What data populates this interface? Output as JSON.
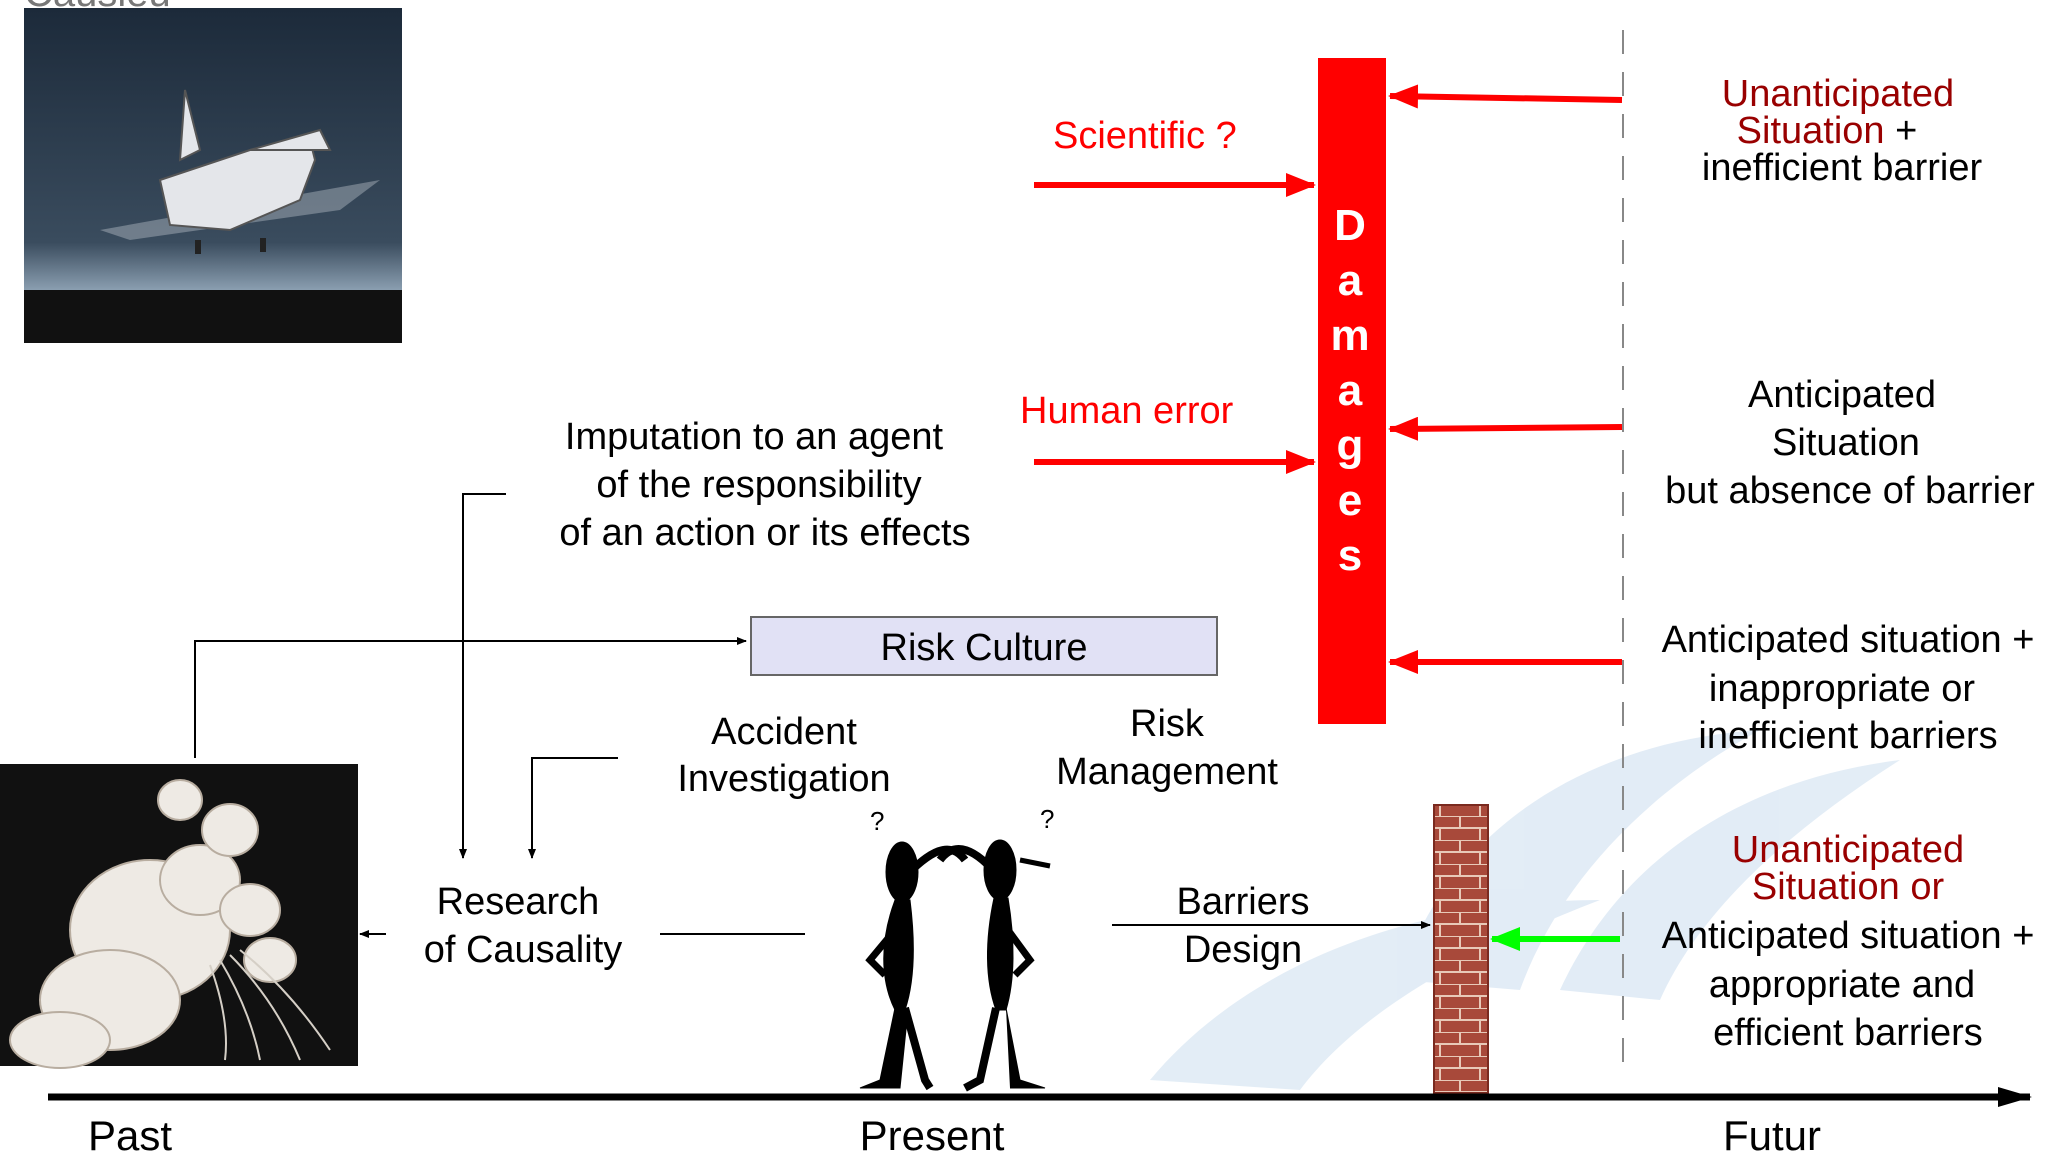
{
  "colors": {
    "red": "#ff0000",
    "dark_red": "#990000",
    "green": "#00ff00",
    "black": "#000000",
    "risk_box_fill": "#e1e1f5",
    "brick": "#9c3c2e"
  },
  "top_clipped_text": "Causieu",
  "left_column": {
    "imputation": [
      "Imputation to an agent",
      "of the responsibility",
      "of an action or its effects"
    ],
    "risk_culture": "Risk Culture",
    "accident": [
      "Accident",
      "Investigation"
    ],
    "risk_mgmt": [
      "Risk",
      "Management"
    ],
    "research": [
      "Research",
      "of Causality"
    ],
    "barriers": [
      "Barriers",
      "Design"
    ]
  },
  "damages": {
    "letters": [
      "D",
      "a",
      "m",
      "a",
      "g",
      "e",
      "s"
    ],
    "scientific": "Scientific ?",
    "human_error": "Human error"
  },
  "right_column": {
    "group1": {
      "red": [
        "Unanticipated",
        "Situation"
      ],
      "red_suffix": " +",
      "black": [
        "inefficient barrier"
      ]
    },
    "group2": [
      "Anticipated",
      "Situation",
      "but absence of barrier"
    ],
    "group3": [
      "Anticipated situation +",
      "inappropriate or",
      "inefficient barriers"
    ],
    "group4": {
      "red": [
        "Unanticipated",
        "Situation or"
      ],
      "black": [
        "Anticipated situation +",
        "appropriate and",
        "efficient barriers"
      ]
    }
  },
  "timeline": {
    "past": "Past",
    "present": "Present",
    "future": "Futur"
  },
  "images": {
    "shuttle_landing": "space-shuttle-landing-photo",
    "explosion": "shuttle-explosion-smoke-photo",
    "characters": "two-thinking-cartoon-figures",
    "brick_wall": "brick-wall-barrier"
  }
}
